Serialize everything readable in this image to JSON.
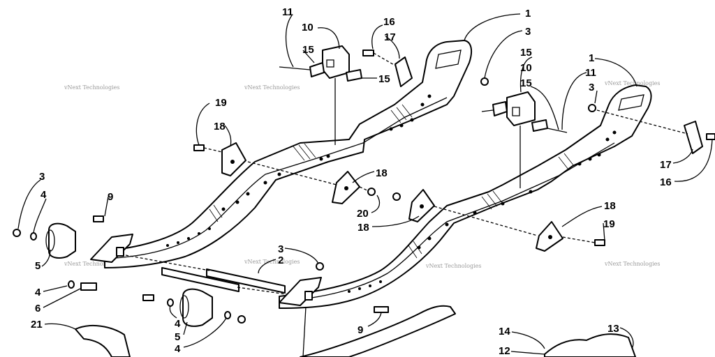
{
  "callouts": {
    "c11a": "11",
    "c10a": "10",
    "c16a": "16",
    "c17a": "17",
    "c15a": "15",
    "c15b": "15",
    "c1a": "1",
    "c3a": "3",
    "c15c": "15",
    "c10b": "10",
    "c15d": "15",
    "c1b": "1",
    "c11b": "11",
    "c3b": "3",
    "c19a": "19",
    "c18a": "18",
    "c18b": "18",
    "c17b": "17",
    "c16b": "16",
    "c3c": "3",
    "c4a": "4",
    "c9a": "9",
    "c20": "20",
    "c18c": "18",
    "c18d": "18",
    "c19b": "19",
    "c5a": "5",
    "c3d": "3",
    "c2": "2",
    "c4b": "4",
    "c6": "6",
    "c21": "21",
    "c4c": "4",
    "c5b": "5",
    "c4d": "4",
    "c9b": "9",
    "c14": "14",
    "c13": "13",
    "c12": "12"
  },
  "watermark": {
    "text": "vNext Technologies"
  }
}
